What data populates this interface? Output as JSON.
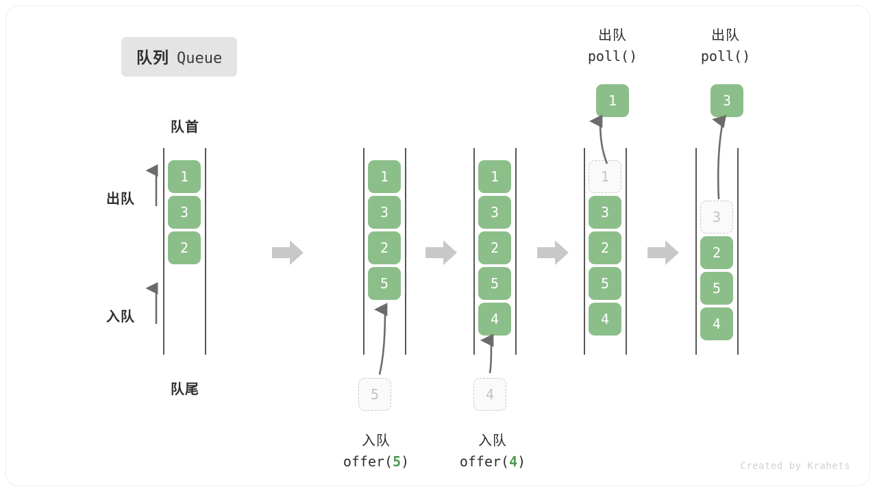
{
  "title": {
    "cn": "队列",
    "en": "Queue"
  },
  "axis_labels": {
    "front": "队首",
    "rear": "队尾",
    "dequeue": "出队",
    "enqueue": "入队"
  },
  "colors": {
    "cell_fill": "#8cbe8a",
    "cell_text": "#ffffff",
    "ghost_border": "#c7c7c7",
    "ghost_text": "#c2c2c2",
    "rail": "#565656",
    "arrow": "#6b6b6b",
    "block_arrow": "#c8c8c8",
    "badge_bg": "#e4e4e4",
    "text": "#2e2e2e",
    "accent_arg": "#4f9a52"
  },
  "stages": [
    {
      "id": "stage-1",
      "cells": [
        {
          "value": "1",
          "state": "filled"
        },
        {
          "value": "3",
          "state": "filled"
        },
        {
          "value": "2",
          "state": "filled"
        }
      ]
    },
    {
      "id": "stage-2",
      "cells": [
        {
          "value": "1",
          "state": "filled"
        },
        {
          "value": "3",
          "state": "filled"
        },
        {
          "value": "2",
          "state": "filled"
        },
        {
          "value": "5",
          "state": "filled"
        }
      ],
      "incoming": {
        "value": "5",
        "state": "ghost"
      },
      "caption": {
        "cn": "入队",
        "code_prefix": "offer(",
        "code_arg": "5",
        "code_suffix": ")"
      }
    },
    {
      "id": "stage-3",
      "cells": [
        {
          "value": "1",
          "state": "filled"
        },
        {
          "value": "3",
          "state": "filled"
        },
        {
          "value": "2",
          "state": "filled"
        },
        {
          "value": "5",
          "state": "filled"
        },
        {
          "value": "4",
          "state": "filled"
        }
      ],
      "incoming": {
        "value": "4",
        "state": "ghost"
      },
      "caption": {
        "cn": "入队",
        "code_prefix": "offer(",
        "code_arg": "4",
        "code_suffix": ")"
      }
    },
    {
      "id": "stage-4",
      "cells": [
        {
          "value": "1",
          "state": "ghost"
        },
        {
          "value": "3",
          "state": "filled"
        },
        {
          "value": "2",
          "state": "filled"
        },
        {
          "value": "5",
          "state": "filled"
        },
        {
          "value": "4",
          "state": "filled"
        }
      ],
      "outgoing": {
        "value": "1",
        "state": "filled"
      },
      "caption": {
        "cn": "出队",
        "code_prefix": "poll(",
        "code_arg": "",
        "code_suffix": ")"
      }
    },
    {
      "id": "stage-5",
      "cells": [
        {
          "value": "",
          "state": "empty"
        },
        {
          "value": "3",
          "state": "ghost"
        },
        {
          "value": "2",
          "state": "filled"
        },
        {
          "value": "5",
          "state": "filled"
        },
        {
          "value": "4",
          "state": "filled"
        }
      ],
      "outgoing": {
        "value": "3",
        "state": "filled"
      },
      "caption": {
        "cn": "出队",
        "code_prefix": "poll(",
        "code_arg": "",
        "code_suffix": ")"
      }
    }
  ],
  "credit": "Created by Krahets"
}
